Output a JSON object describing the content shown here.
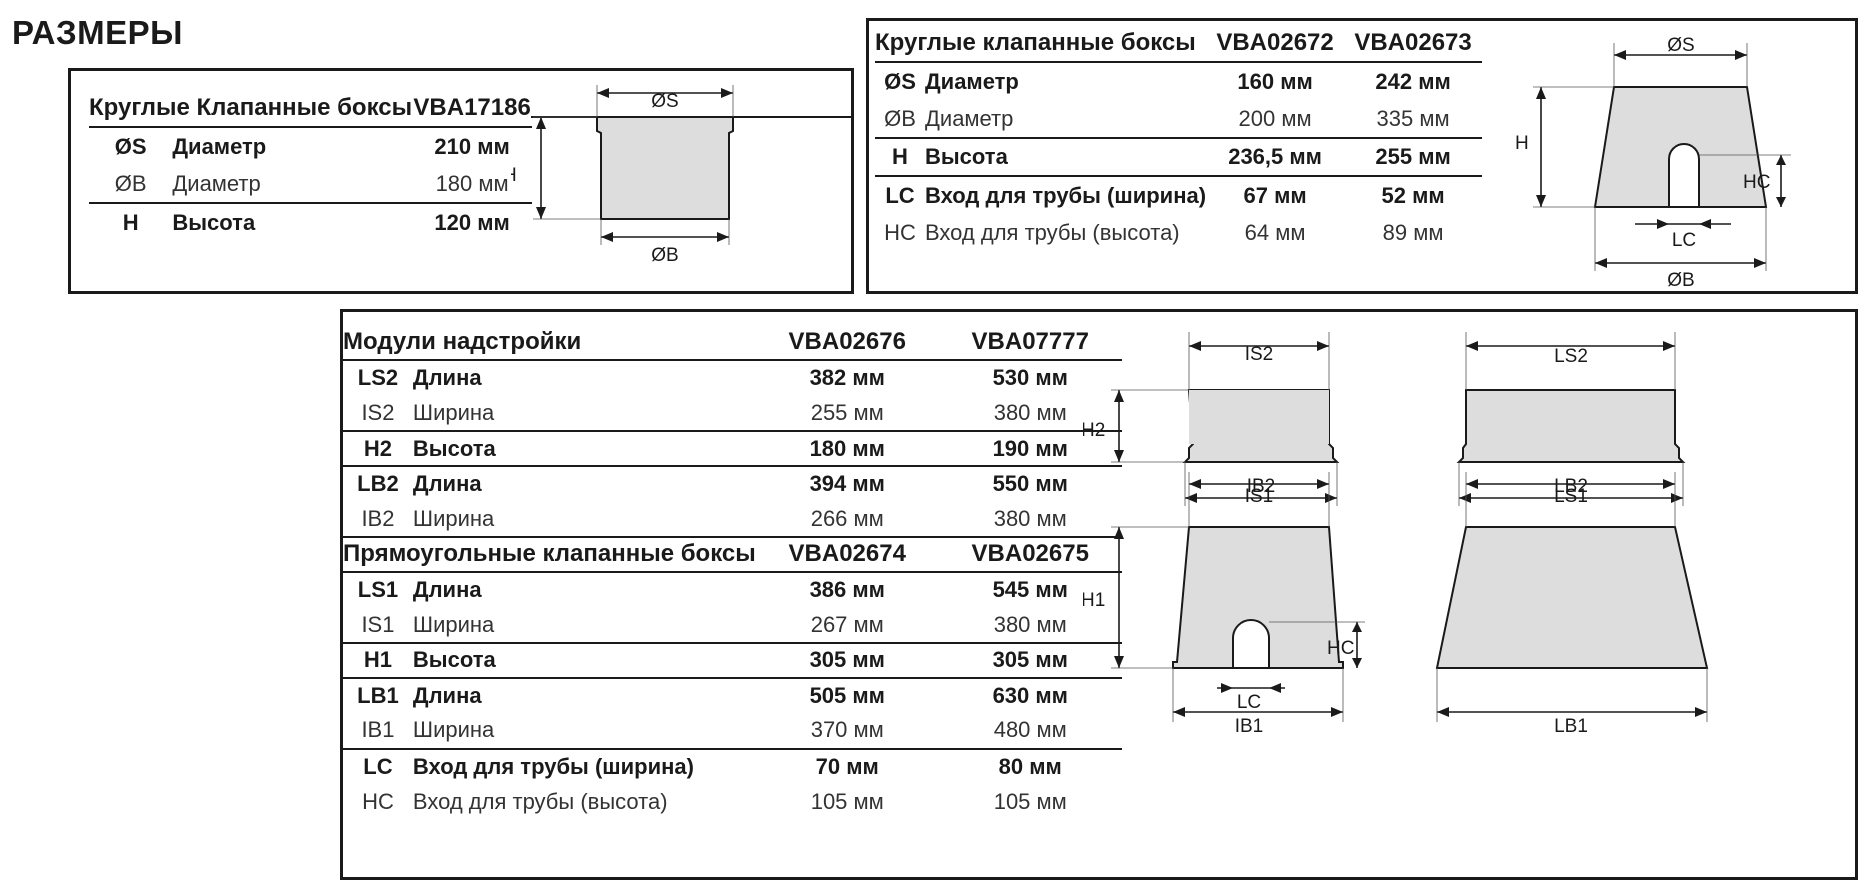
{
  "page_title": "РАЗМЕРЫ",
  "round_small": {
    "header": {
      "label": "Круглые Клапанные боксы",
      "model": "VBA17186"
    },
    "rows": [
      {
        "sym": "ØS",
        "label": "Диаметр",
        "v1": "210 мм",
        "bold": true
      },
      {
        "sym": "ØB",
        "label": "Диаметр",
        "v1": "180 мм",
        "bold": false
      },
      {
        "sym": "H",
        "label": "Высота",
        "v1": "120 мм",
        "bold": true
      }
    ],
    "diagram": {
      "top": "ØS",
      "bottom": "ØB",
      "height": "H"
    }
  },
  "round_large": {
    "header": {
      "label": "Круглые клапанные боксы",
      "model1": "VBA02672",
      "model2": "VBA02673"
    },
    "rows": [
      {
        "sym": "ØS",
        "label": "Диаметр",
        "v1": "160 мм",
        "v2": "242 мм",
        "bold": true
      },
      {
        "sym": "ØB",
        "label": "Диаметр",
        "v1": "200 мм",
        "v2": "335 мм",
        "bold": false
      },
      {
        "sym": "H",
        "label": "Высота",
        "v1": "236,5 мм",
        "v2": "255 мм",
        "bold": true
      },
      {
        "sym": "LC",
        "label": "Вход для трубы (ширина)",
        "v1": "67 мм",
        "v2": "52 мм",
        "bold": true
      },
      {
        "sym": "HC",
        "label": "Вход для трубы (высота)",
        "v1": "64 мм",
        "v2": "89 мм",
        "bold": false
      }
    ],
    "diagram": {
      "top": "ØS",
      "bottom": "ØB",
      "height": "H",
      "inlet_width": "LC",
      "inlet_height": "HC"
    }
  },
  "modules": {
    "header": {
      "label": "Модули надстройки",
      "model1": "VBA02676",
      "model2": "VBA07777"
    },
    "rows": [
      {
        "sym": "LS2",
        "label": "Длина",
        "v1": "382 мм",
        "v2": "530 мм",
        "bold": true
      },
      {
        "sym": "IS2",
        "label": "Ширина",
        "v1": "255 мм",
        "v2": "380 мм",
        "bold": false
      },
      {
        "sym": "H2",
        "label": "Высота",
        "v1": "180 мм",
        "v2": "190 мм",
        "bold": true
      },
      {
        "sym": "LB2",
        "label": "Длина",
        "v1": "394 мм",
        "v2": "550 мм",
        "bold": true
      },
      {
        "sym": "IB2",
        "label": "Ширина",
        "v1": "266 мм",
        "v2": "380 мм",
        "bold": false
      }
    ]
  },
  "rect_boxes": {
    "header": {
      "label": "Прямоугольные клапанные боксы",
      "model1": "VBA02674",
      "model2": "VBA02675"
    },
    "rows": [
      {
        "sym": "LS1",
        "label": "Длина",
        "v1": "386 мм",
        "v2": "545 мм",
        "bold": true
      },
      {
        "sym": "IS1",
        "label": "Ширина",
        "v1": "267 мм",
        "v2": "380 мм",
        "bold": false
      },
      {
        "sym": "H1",
        "label": "Высота",
        "v1": "305 мм",
        "v2": "305 мм",
        "bold": true
      },
      {
        "sym": "LB1",
        "label": "Длина",
        "v1": "505 мм",
        "v2": "630 мм",
        "bold": true
      },
      {
        "sym": "IB1",
        "label": "Ширина",
        "v1": "370 мм",
        "v2": "480 мм",
        "bold": false
      },
      {
        "sym": "LC",
        "label": "Вход для трубы (ширина)",
        "v1": "70 мм",
        "v2": "80 мм",
        "bold": true
      },
      {
        "sym": "HC",
        "label": "Вход для трубы (высота)",
        "v1": "105 мм",
        "v2": "105 мм",
        "bold": false
      }
    ]
  },
  "diagrams3": {
    "module_width": {
      "top": "IS2",
      "bottom": "IB2",
      "height": "H2"
    },
    "module_length": {
      "top": "LS2",
      "bottom": "LB2"
    },
    "rect_width": {
      "top": "IS1",
      "bottom": "IB1",
      "height": "H1",
      "inlet_width": "LC",
      "inlet_height": "HC"
    },
    "rect_length": {
      "top": "LS1",
      "bottom": "LB1"
    }
  }
}
